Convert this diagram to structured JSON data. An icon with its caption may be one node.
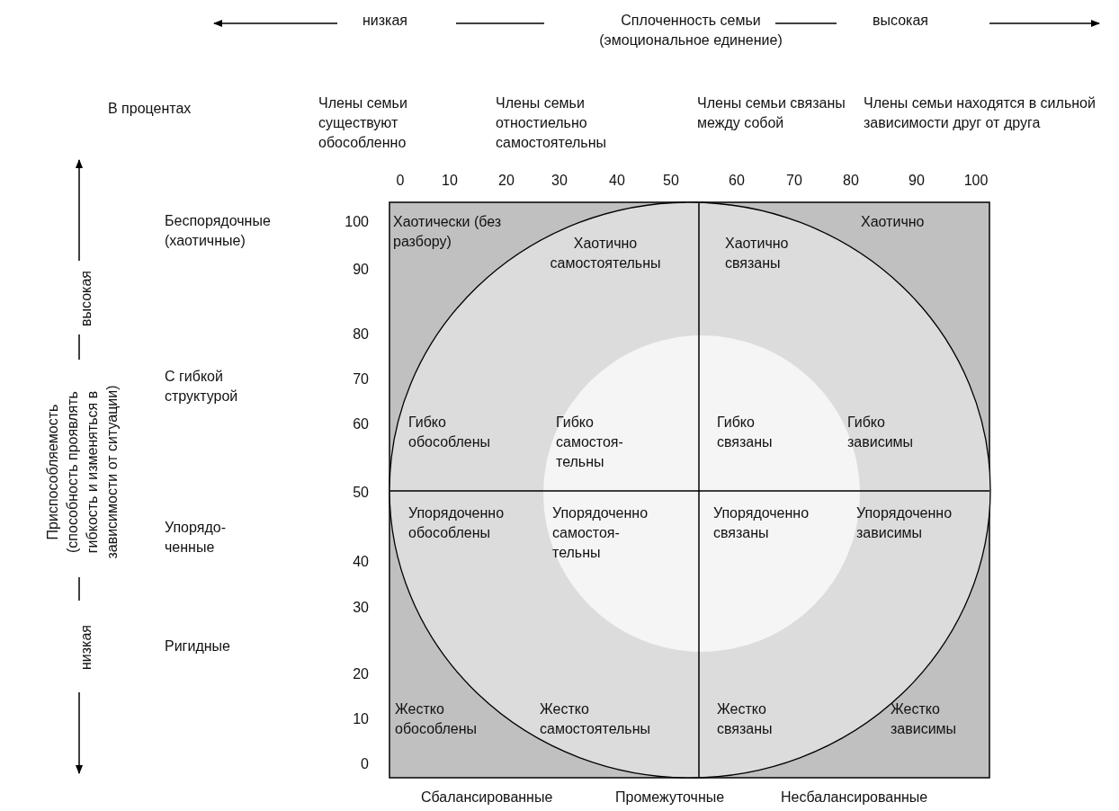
{
  "diagram": {
    "labels": [
      "низкая",
      "Сплоченность семьи (эмоциональное единение)",
      "высокая",
      "В процентах",
      "Члены семьи существуют обособленно",
      "Члены семьи отностиельно самостоятельны",
      "Члены семьи связаны между собой",
      "Члены семьи находятся в сильной зависимости друг от друга",
      "0",
      "10",
      "20",
      "30",
      "40",
      "50",
      "60",
      "70",
      "80",
      "90",
      "100",
      "Приспособляемость (способность проявлять гибкость и изменяться в зависимости от ситуации)",
      "высокая",
      "низкая",
      "Беспорядочные (хаотичные)",
      "С гибкой структурой",
      "Упорядо- ченные",
      "Ригидные",
      "100",
      "90",
      "80",
      "70",
      "60",
      "50",
      "40",
      "30",
      "20",
      "10",
      "0",
      "Хаотически (без разбору)",
      "Хаотично самостоятельны",
      "Хаотично связаны",
      "Хаотично",
      "Гибко обособлены",
      "Гибко самостоя- тельны",
      "Гибко связаны",
      "Гибко зависимы",
      "Упорядоченно обособлены",
      "Упорядоченно самостоя- тельны",
      "Упорядоченно связаны",
      "Упорядоченно зависимы",
      "Жестко обособлены",
      "Жестко самостоятельны",
      "Жестко связаны",
      "Жестко зависимы",
      "Сбалансированные",
      "Промежуточные",
      "Несбалансированные"
    ]
  }
}
